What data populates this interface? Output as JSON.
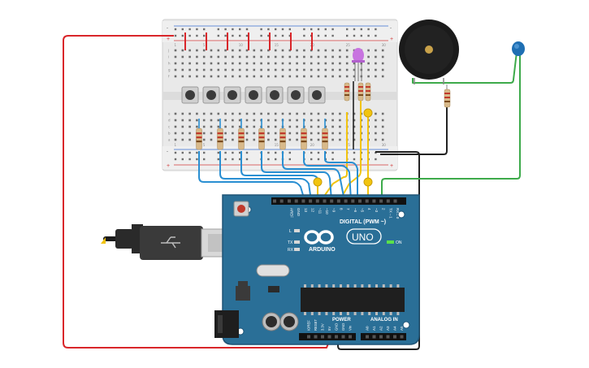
{
  "arduino": {
    "brand": "ARDUINO",
    "model": "UNO",
    "digital_label": "DIGITAL (PWM ~)",
    "power_label": "POWER",
    "analog_label": "ANALOG IN",
    "on_label": "ON",
    "tx_label": "TX",
    "rx_label": "RX",
    "l_label": "L",
    "digital_pins": [
      "AREF",
      "GND",
      "13",
      "12",
      "~11",
      "~10",
      "~9",
      "8",
      "7",
      "~6",
      "~5",
      "4",
      "~3",
      "2",
      "TX→1",
      "RX←0"
    ],
    "power_pins": [
      "IOREF",
      "RESET",
      "3.3V",
      "5V",
      "GND",
      "GND",
      "Vin"
    ],
    "analog_pins": [
      "A0",
      "A1",
      "A2",
      "A3",
      "A4",
      "A5"
    ]
  },
  "breadboard": {
    "row_letters_top": [
      "j",
      "i",
      "h",
      "g",
      "f"
    ],
    "row_letters_bottom": [
      "e",
      "d",
      "c",
      "b",
      "a"
    ],
    "column_numbers": [
      "1",
      "5",
      "10",
      "15",
      "20",
      "25",
      "30"
    ]
  },
  "components": {
    "buttons": 7,
    "button_resistors": 7
  },
  "colors": {
    "board": "#2a6f97",
    "wire_red": "#d9262a",
    "wire_blue": "#2a8fd2",
    "wire_yellow": "#f2c40f",
    "wire_green": "#3daa4a",
    "wire_black": "#222222",
    "led": "#c874e0",
    "sensor": "#1f6fb3"
  }
}
